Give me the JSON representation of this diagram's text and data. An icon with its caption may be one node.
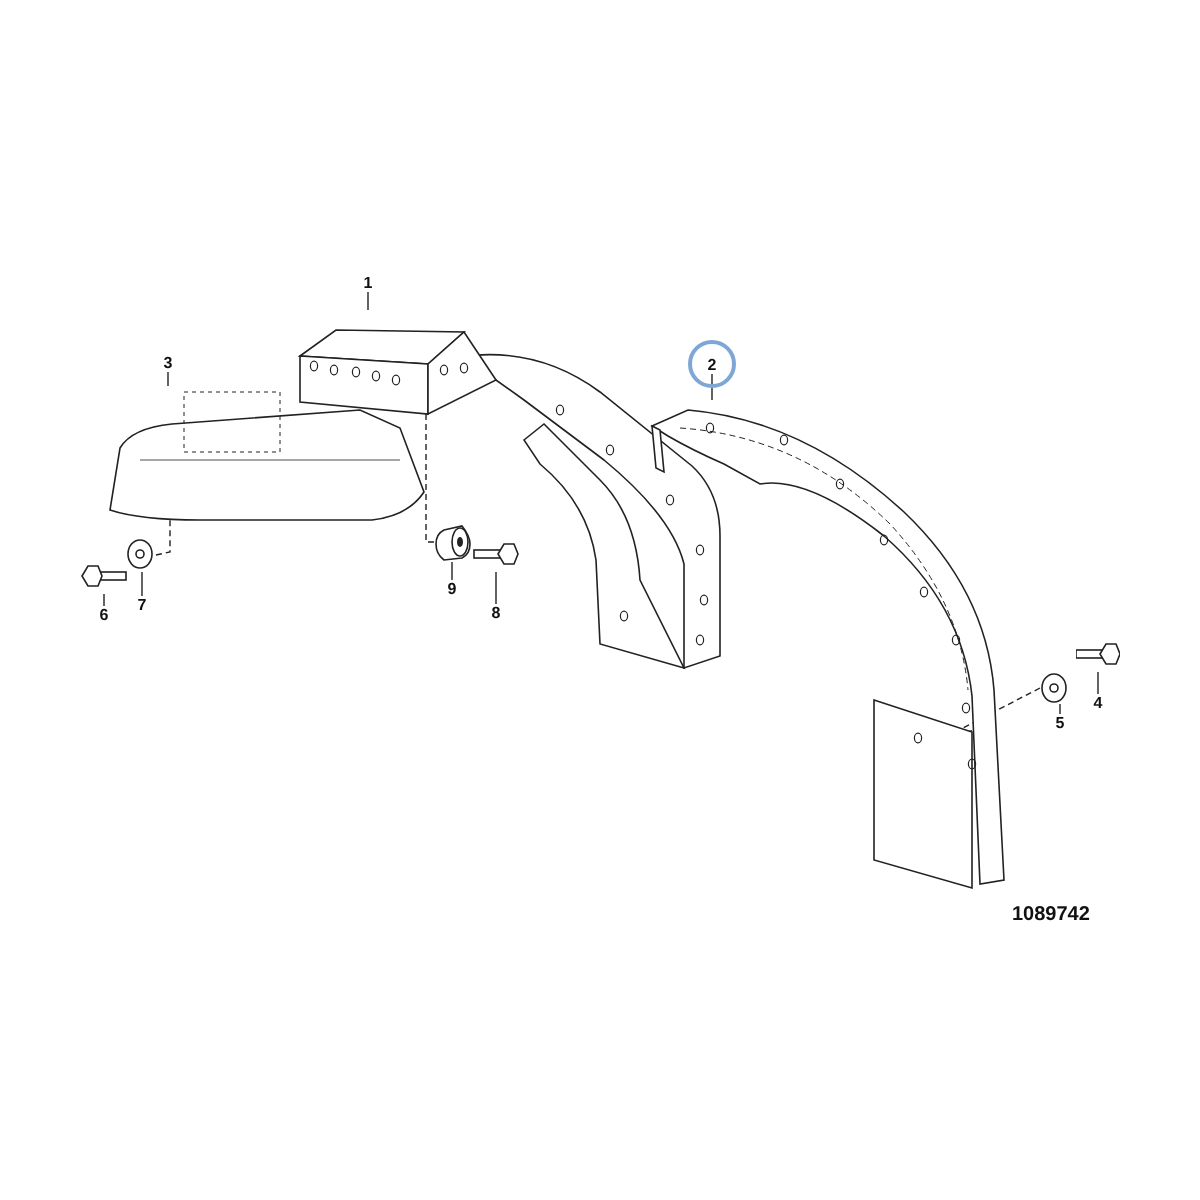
{
  "diagram": {
    "nodes": [
      {
        "text": [
          "1"
        ]
      },
      {
        "text": [
          "2"
        ]
      },
      {
        "text": [
          "3"
        ]
      },
      {
        "text": [
          "4"
        ]
      },
      {
        "text": [
          "5"
        ]
      },
      {
        "text": [
          "6"
        ]
      },
      {
        "text": [
          "7"
        ]
      },
      {
        "text": [
          "8"
        ]
      },
      {
        "text": [
          "9"
        ]
      },
      {
        "text": [],
        "shape": "picture"
      },
      {
        "text": [],
        "shape": "picture"
      },
      {
        "text": [],
        "shape": "picture"
      },
      {
        "text": [],
        "shape": "picture"
      },
      {
        "text": [],
        "shape": "picture"
      },
      {
        "text": [],
        "shape": "picture"
      },
      {
        "text": [],
        "shape": "picture"
      },
      {
        "text": [],
        "shape": "picture"
      },
      {
        "text": [],
        "shape": "picture"
      }
    ],
    "edges": [
      {
        "from": 0,
        "to": 9,
        "arrow": "none"
      },
      {
        "from": 1,
        "to": 10,
        "arrow": "none"
      },
      {
        "from": 2,
        "to": 11,
        "arrow": "none"
      },
      {
        "from": 3,
        "to": 12,
        "arrow": "none"
      },
      {
        "from": 4,
        "to": 13,
        "arrow": "none"
      },
      {
        "from": 5,
        "to": 14,
        "arrow": "none"
      },
      {
        "from": 6,
        "to": 15,
        "arrow": "none"
      },
      {
        "from": 7,
        "to": 16,
        "arrow": "none"
      },
      {
        "from": 8,
        "to": 17,
        "arrow": "none"
      },
      {
        "from": 15,
        "to": 11,
        "arrow": "none",
        "style": "dashed"
      },
      {
        "from": 17,
        "to": 9,
        "arrow": "none",
        "style": "dashed"
      },
      {
        "from": 13,
        "to": 10,
        "arrow": "none",
        "style": "dashed"
      }
    ],
    "labels": [
      "1089742"
    ]
  }
}
